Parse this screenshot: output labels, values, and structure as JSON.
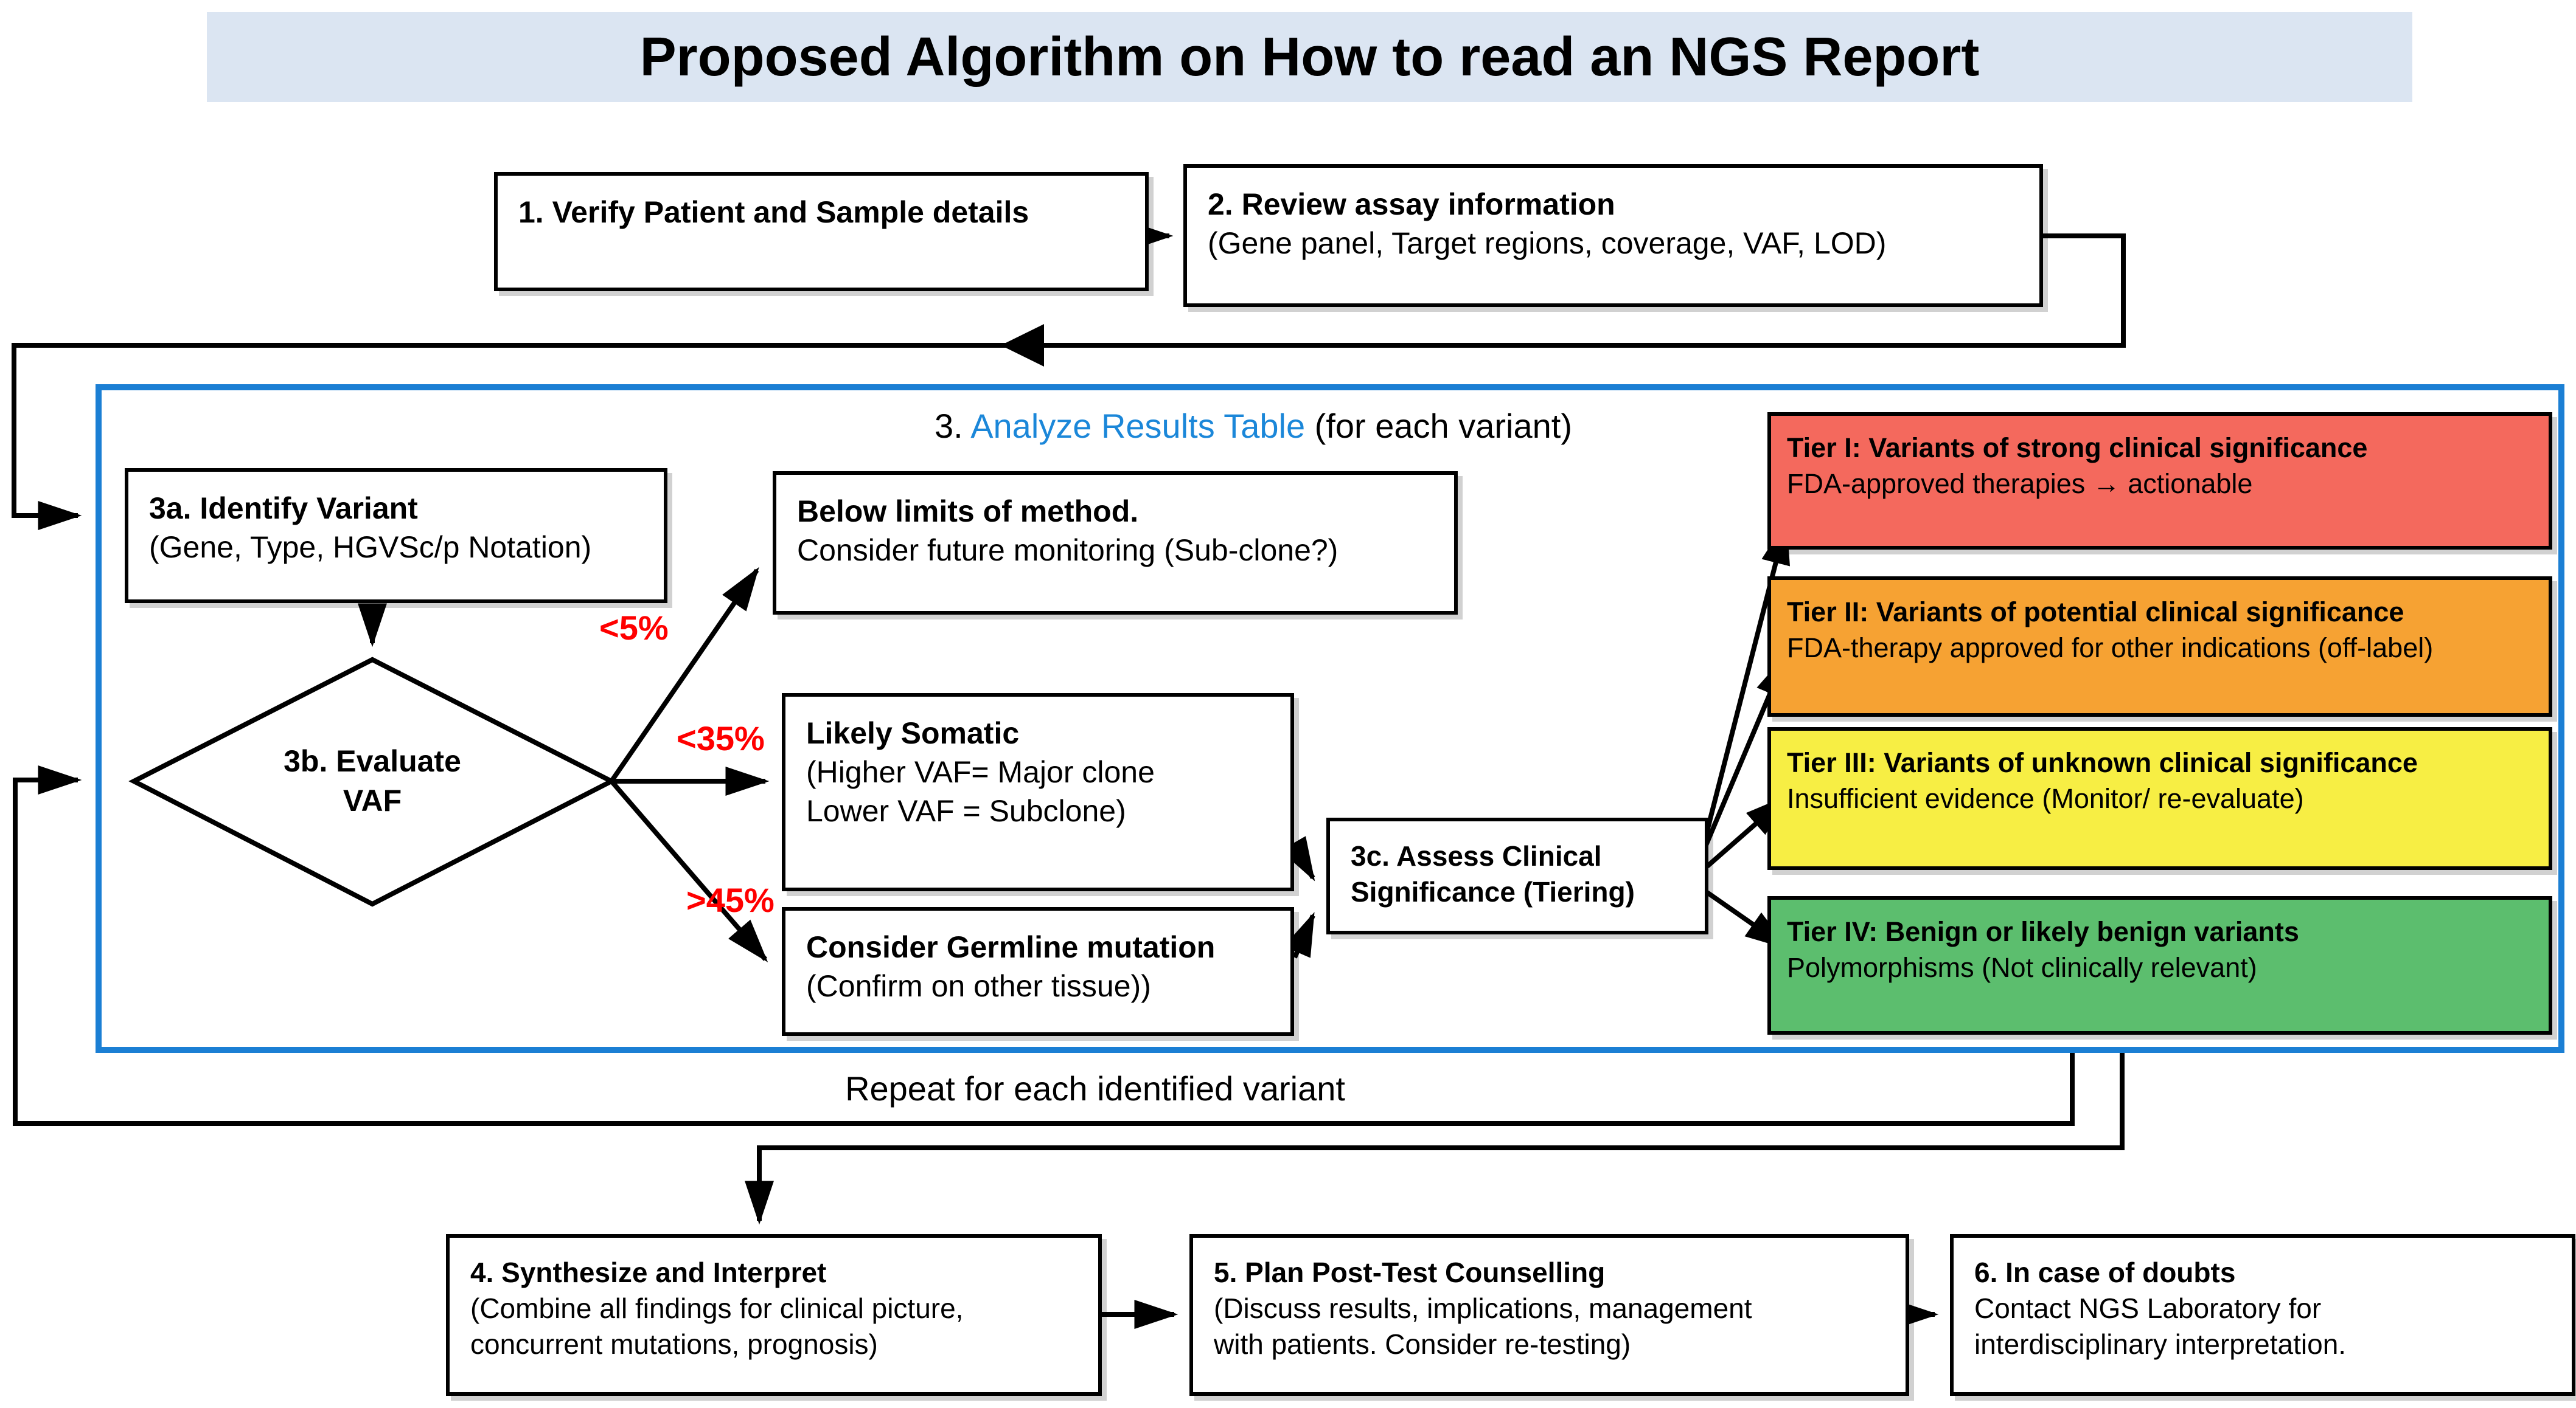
{
  "title": "Proposed Algorithm on How to read an NGS Report",
  "step1": {
    "heading": "1. Verify Patient  and Sample details"
  },
  "step2": {
    "heading": "2. Review assay information",
    "detail": "(Gene panel, Target regions, coverage, VAF, LOD)"
  },
  "step3": {
    "number": "3.",
    "title": "Analyze Results Table",
    "suffix": " (for each variant)"
  },
  "step3a": {
    "heading": "3a. Identify Variant",
    "detail": "(Gene, Type, HGVSc/p Notation)"
  },
  "step3b": {
    "heading_line1": "3b. Evaluate",
    "heading_line2": "VAF",
    "branch_low": "<5%",
    "branch_mid": "<35%",
    "branch_high": ">45%"
  },
  "below_limits": {
    "heading": "Below limits of method.",
    "detail": "Consider future monitoring (Sub-clone?)"
  },
  "likely_somatic": {
    "heading": "Likely Somatic",
    "detail_line1": "(Higher VAF= Major clone",
    "detail_line2": "Lower VAF = Subclone)"
  },
  "germline": {
    "heading": "Consider Germline mutation",
    "detail": "(Confirm on other tissue))"
  },
  "step3c": {
    "heading_line1": "3c. Assess Clinical",
    "heading_line2": "Significance (Tiering)"
  },
  "tiers": [
    {
      "heading": "Tier I: Variants of strong clinical significance",
      "detail": "FDA-approved therapies → actionable",
      "color": "#f4695d"
    },
    {
      "heading": "Tier II: Variants of potential clinical significance",
      "detail": "FDA-therapy approved for other indications (off-label)",
      "color": "#f6a233"
    },
    {
      "heading": "Tier III: Variants of unknown clinical significance",
      "detail": "Insufficient evidence (Monitor/ re-evaluate)",
      "color": "#f7ee44"
    },
    {
      "heading": "Tier IV: Benign or likely benign variants",
      "detail": "Polymorphisms (Not clinically relevant)",
      "color": "#5cbe6e"
    }
  ],
  "repeat_note": "Repeat for each identified variant",
  "step4": {
    "heading": "4. Synthesize and Interpret",
    "detail_line1": "(Combine all findings for clinical picture,",
    "detail_line2": "concurrent mutations, prognosis)"
  },
  "step5": {
    "heading": "5. Plan Post-Test Counselling",
    "detail_line1": "(Discuss results, implications, management",
    "detail_line2": "with patients. Consider re-testing)"
  },
  "step6": {
    "heading": "6. In case of doubts",
    "detail_line1": "Contact NGS Laboratory for",
    "detail_line2": "interdisciplinary interpretation."
  },
  "colors": {
    "accent_blue": "#1b7fd4",
    "link_blue": "#1b87d9",
    "branch_red": "#ff0000",
    "banner_blue": "#dbe5f2"
  }
}
